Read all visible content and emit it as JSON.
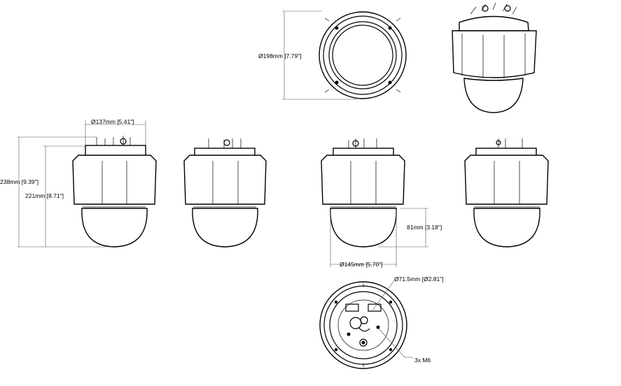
{
  "dimensions": {
    "top_diameter": "Ø198mm [7.79\"]",
    "mount_diameter": "Ø137mm [5.41\"]",
    "total_height": "238mm [9.39\"]",
    "body_height": "221mm [8.71\"]",
    "dome_height": "81mm [3.18\"]",
    "dome_diameter": "Ø145mm [5.70\"]",
    "bolt_circle": "Ø71.5mm [Ø2.81\"]",
    "screws": "3x M6"
  }
}
